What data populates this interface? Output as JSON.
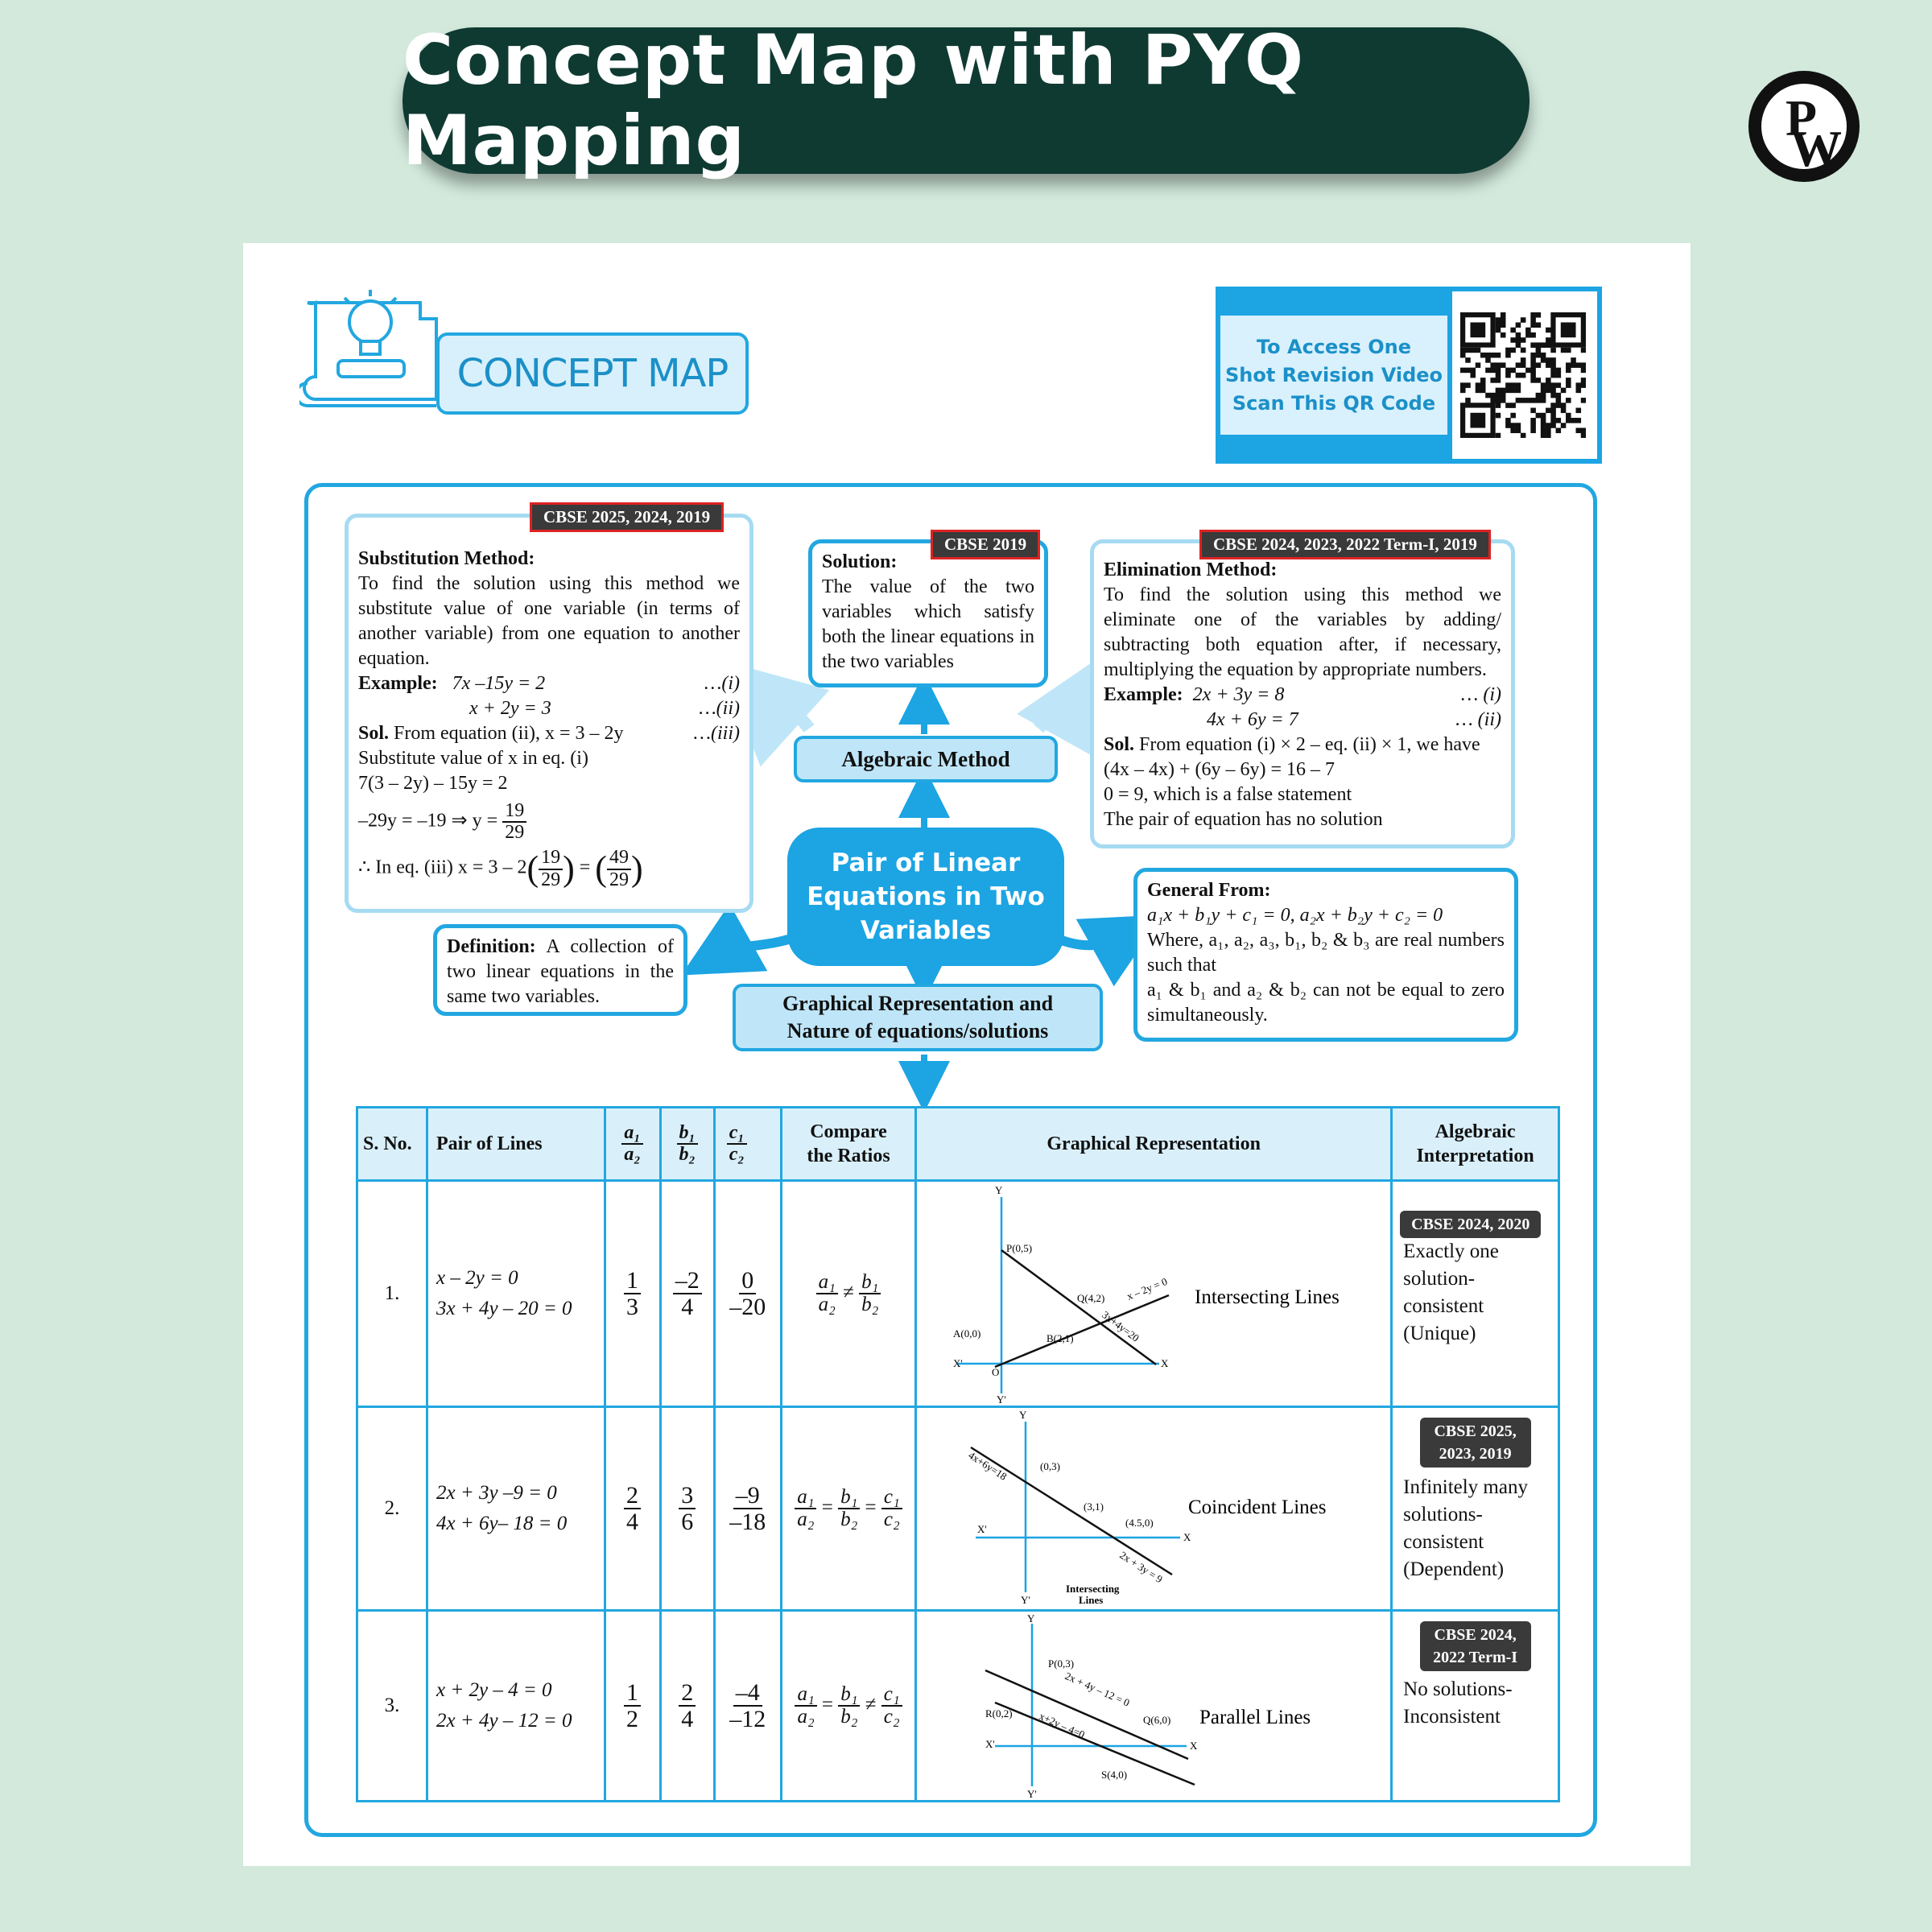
{
  "banner": {
    "title": "Concept Map with PYQ Mapping"
  },
  "logo": {
    "p": "P",
    "w": "W"
  },
  "concept_map_label": "CONCEPT MAP",
  "qr": {
    "line1": "To Access One",
    "line2": "Shot Revision Video",
    "line3": "Scan This QR Code"
  },
  "central": {
    "line1": "Pair of Linear",
    "line2": "Equations in Two",
    "line3": "Variables"
  },
  "algebraic": "Algebraic Method",
  "graphical": {
    "line1": "Graphical Representation and",
    "line2": "Nature of equations/solutions"
  },
  "substitution": {
    "tag": "CBSE 2025, 2024, 2019",
    "title": "Substitution Method:",
    "text": "To find the solution using this method we substitute value of one variable (in terms of another variable) from one equation to another equation.",
    "example_label": "Example:",
    "eq1": "7x –15y = 2",
    "eq1_no": "…(i)",
    "eq2": "x + 2y = 3",
    "eq2_no": "…(ii)",
    "sol_label": "Sol.",
    "sol1": "From equation (ii), x = 3 – 2y",
    "sol1_no": "…(iii)",
    "sol2": "Substitute value of x in eq. (i)",
    "sol3": "7(3 – 2y) – 15y = 2",
    "sol4": "–29y = –19 ⇒ y =",
    "frac_19": "19",
    "frac_29": "29",
    "sol5": "∴ In eq. (iii) x = 3 – 2",
    "frac_49": "49"
  },
  "solution_box": {
    "tag": "CBSE 2019",
    "title": "Solution:",
    "text": "The value of the two variables which satisfy both the linear equations in the two variables"
  },
  "elimination": {
    "tag": "CBSE 2024, 2023, 2022 Term-I, 2019",
    "title": "Elimination Method:",
    "text": "To find the solution using this method we eliminate one of the variables by adding/ subtracting both equation after, if necessary, multiplying the equation by appropriate numbers.",
    "example_label": "Example:",
    "eq1": "2x + 3y = 8",
    "eq1_no": "… (i)",
    "eq2": "4x + 6y = 7",
    "eq2_no": "… (ii)",
    "sol_label": "Sol.",
    "sol1": "From equation (i) × 2 – eq. (ii) × 1, we have",
    "sol2": "(4x – 4x) + (6y – 6y) = 16 – 7",
    "sol3": "0 = 9, which is a false statement",
    "sol4": "The  pair of equation has no solution"
  },
  "definition": {
    "title": "Definition:",
    "text": "A collection of two linear equations in the same two variables."
  },
  "general": {
    "title": "General From:",
    "eq": "a₁x + b₁y + c₁ = 0, a₂x + b₂y + c₂ = 0",
    "where": "Where, a₁, a₂, a₃, b₁, b₂ & b₃ are real numbers such that",
    "cond": "a₁ & b₁ and a₂ & b₂ can not be equal to zero simultaneously."
  },
  "table": {
    "headers": {
      "sno": "S. No.",
      "pair": "Pair of Lines",
      "a1": "a₁",
      "a2": "a₂",
      "b1": "b₁",
      "b2": "b₂",
      "c1": "c₁",
      "c2": "c₂",
      "compare": "Compare the Ratios",
      "graph": "Graphical Representation",
      "algebraic": "Algebraic Interpretation"
    },
    "rows": [
      {
        "sno": "1.",
        "eq1": "x – 2y  = 0",
        "eq2": "3x + 4y – 20 = 0",
        "r1n": "1",
        "r1d": "3",
        "r2n": "–2",
        "r2d": "4",
        "r3n": "0",
        "r3d": "–20",
        "cmp_sym": "≠",
        "graph_label": "Intersecting Lines",
        "tag": "CBSE 2024, 2020",
        "interp": "Exactly one solution-consistent (Unique)",
        "pts": {
          "p": "P(0,5)",
          "q": "Q(4,2)",
          "a": "A(0,0)",
          "b": "B(2,1)",
          "l1": "x – 2y = 0",
          "l2": "3x+4y=20"
        }
      },
      {
        "sno": "2.",
        "eq1": "2x + 3y –9  = 0",
        "eq2": "4x + 6y– 18 = 0",
        "r1n": "2",
        "r1d": "4",
        "r2n": "3",
        "r2d": "6",
        "r3n": "–9",
        "r3d": "–18",
        "cmp_sym": "=",
        "graph_label": "Coincident Lines",
        "tag": "CBSE 2025, 2023, 2019",
        "interp": "Infinitely many solutions-consistent (Dependent)",
        "pts": {
          "p": "(0,3)",
          "q": "(3,1)",
          "r": "(4.5,0)",
          "l1": "4x+6y=18",
          "l2": "2x + 3y = 9",
          "caption1": "Intersecting",
          "caption2": "Lines"
        }
      },
      {
        "sno": "3.",
        "eq1": "x + 2y – 4 = 0",
        "eq2": "2x + 4y – 12 = 0",
        "r1n": "1",
        "r1d": "2",
        "r2n": "2",
        "r2d": "4",
        "r3n": "–4",
        "r3d": "–12",
        "cmp_sym": "≠",
        "graph_label": "Parallel Lines",
        "tag": "CBSE 2024, 2022 Term-I",
        "interp": "No solutions-Inconsistent",
        "pts": {
          "p": "P(0,3)",
          "q": "Q(6,0)",
          "r": "R(0,2)",
          "s": "S(4,0)",
          "l1": "2x + 4y – 12 = 0",
          "l2": "x+2y – 4=0"
        }
      }
    ]
  },
  "axes": {
    "x": "X",
    "xp": "X'",
    "y": "Y",
    "yp": "Y'",
    "o": "O"
  },
  "colors": {
    "accent": "#22a7e0",
    "banner": "#0f3a32",
    "background": "#d2e9dc"
  }
}
